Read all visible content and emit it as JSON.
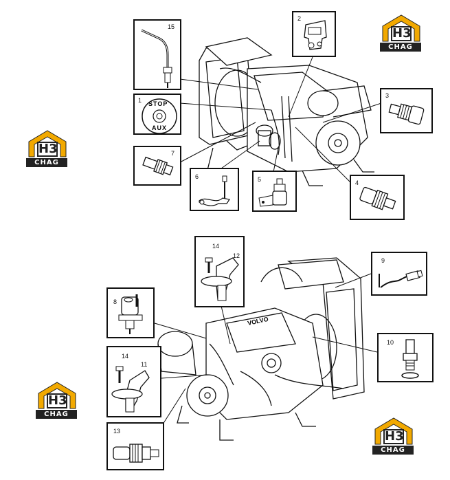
{
  "part_labels": {
    "p1": "1",
    "p2": "2",
    "p3": "3",
    "p4": "4",
    "p5": "5",
    "p6": "6",
    "p7": "7",
    "p8": "8",
    "p9": "9",
    "p10": "10",
    "p11": "11",
    "p12": "12",
    "p13": "13",
    "p14a": "14",
    "p14b": "14",
    "p15": "15"
  },
  "stop_knob": {
    "top": "STOP",
    "bottom": "AUX"
  },
  "watermark": {
    "brand_mark": "H3",
    "brand_text": "CHAG"
  },
  "engine_text": "VOLVO",
  "colors": {
    "line": "#111111",
    "logo_orange": "#f2a900",
    "logo_dark": "#222222"
  }
}
